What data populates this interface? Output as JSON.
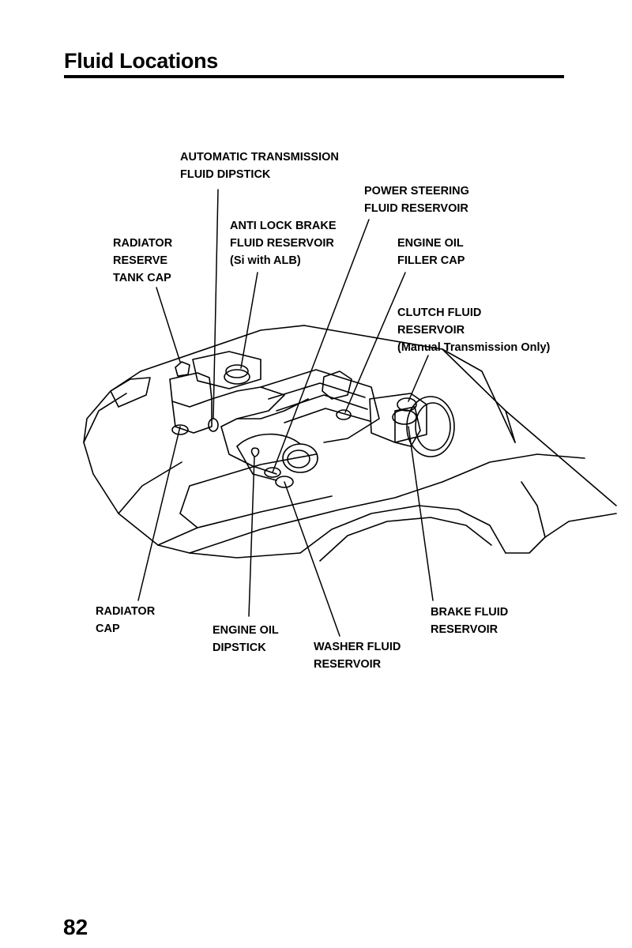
{
  "page": {
    "title": "Fluid Locations",
    "page_number": "82"
  },
  "labels": {
    "atf_dipstick": [
      "AUTOMATIC TRANSMISSION",
      "FLUID DIPSTICK"
    ],
    "power_steering": [
      "POWER STEERING",
      "FLUID RESERVOIR"
    ],
    "anti_lock_brake": [
      "ANTI LOCK BRAKE",
      "FLUID RESERVOIR",
      "(Si with ALB)"
    ],
    "radiator_reserve": [
      "RADIATOR",
      "RESERVE",
      "TANK  CAP"
    ],
    "engine_oil_filler": [
      "ENGINE OIL",
      "FILLER CAP"
    ],
    "clutch_fluid": [
      "CLUTCH FLUID",
      "RESERVOIR",
      "(Manual Transmission Only)"
    ],
    "radiator_cap": [
      "RADIATOR",
      "CAP"
    ],
    "brake_fluid": [
      "BRAKE  FLUID",
      "RESERVOIR"
    ],
    "engine_oil_dipstick": [
      "ENGINE OIL",
      "DIPSTICK"
    ],
    "washer_fluid": [
      "WASHER FLUID",
      "RESERVOIR"
    ]
  }
}
